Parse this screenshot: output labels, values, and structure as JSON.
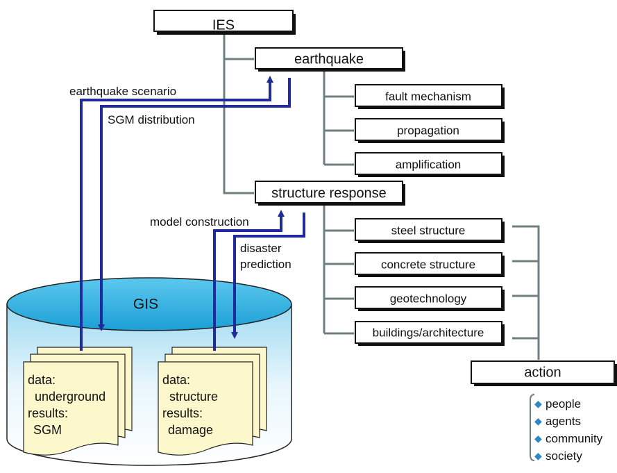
{
  "colors": {
    "arrow": "#1f2a9c",
    "connector": "#6f7f80",
    "cylinder_top": "#29aee0",
    "cylinder_body": "#dff2fb",
    "paper": "#fdf8cc",
    "bullet": "#2f86c6"
  },
  "boxes": {
    "ies": "IES",
    "earthquake": "earthquake",
    "fault_mechanism": "fault mechanism",
    "propagation": "propagation",
    "amplification": "amplification",
    "structure_response": "structure response",
    "steel_structure": "steel structure",
    "concrete_structure": "concrete structure",
    "geotechnology": "geotechnology",
    "buildings_architecture": "buildings/architecture",
    "action": "action"
  },
  "flow_labels": {
    "earthquake_scenario": "earthquake scenario",
    "sgm_distribution": "SGM distribution",
    "model_construction": "model construction",
    "disaster_prediction_line1": "disaster",
    "disaster_prediction_line2": "prediction"
  },
  "gis": {
    "title": "GIS",
    "doc_left": {
      "line1": "data:",
      "line2": "underground",
      "line3": "results:",
      "line4": "SGM"
    },
    "doc_right": {
      "line1": "data:",
      "line2": "structure",
      "line3": "results:",
      "line4": "damage"
    }
  },
  "action_items": [
    "people",
    "agents",
    "community",
    "society"
  ],
  "bullet_glyph": "◆"
}
